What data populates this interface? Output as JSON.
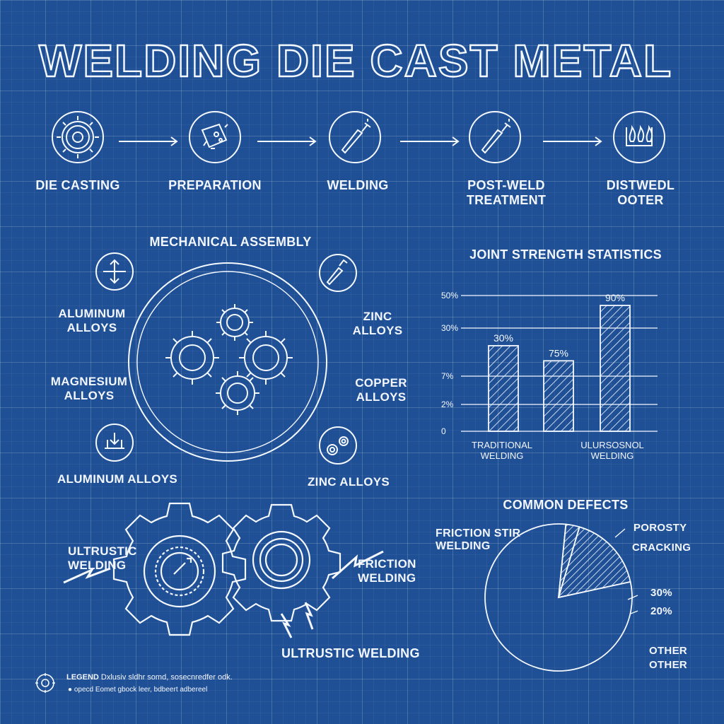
{
  "title": "WELDING DIE CAST METAL",
  "process": {
    "steps": [
      {
        "label": "DIE CASTING",
        "icon": "gear-icon"
      },
      {
        "label": "PREPARATION",
        "icon": "die-plate-icon"
      },
      {
        "label": "WELDING",
        "icon": "welding-torch-icon"
      },
      {
        "label": "POST-WELD TREATMENT",
        "icon": "welding-torch-icon"
      },
      {
        "label": "DISTWEDL OOTER",
        "icon": "flame-icon"
      }
    ]
  },
  "assembly": {
    "title": "MECHANICAL ASSEMBLY",
    "labels": {
      "aluminum_top": "ALUMINUM\nALLOYS",
      "magnesium": "MAGNESIUM\nALLOYS",
      "aluminum_bottom": "ALUMINUM ALLOYS",
      "zinc_top": "ZINC\nALLOYS",
      "copper": "COPPER\nALLOYS",
      "zinc_bottom": "ZINC ALLOYS"
    }
  },
  "gears_section": {
    "ultrustic_left": "ULTRUSTIC\nWELDING",
    "friction": "FRICTION\nWELDING",
    "ultrustic_bottom": "ULTRUSTIC WELDING"
  },
  "legend": {
    "title": "LEGEND",
    "line1": "Dxlusiv sldhr somd, sosecnredfer odk.",
    "line2": "opecd Eomet gbock leer, bdbeert adbereel"
  },
  "chart_data": [
    {
      "type": "bar",
      "title": "JOINT STRENGTH STATISTICS",
      "y_tick_labels": [
        "50%",
        "30%",
        "7%",
        "2%",
        "0"
      ],
      "categories": [
        "TRADITIONAL\nWELDING",
        "",
        "ULURSOSNOL\nWELDING"
      ],
      "values": [
        68,
        56,
        100
      ],
      "data_labels": [
        "30%",
        "75%",
        "90%"
      ],
      "ylim": [
        0,
        100
      ],
      "grid": true
    },
    {
      "type": "pie",
      "title": "COMMON DEFECTS",
      "slices": [
        {
          "label": "POROSTY",
          "value": 3
        },
        {
          "label": "CRACKING",
          "value": 17
        },
        {
          "label": "OTHER",
          "value": 80
        }
      ],
      "annotations": [
        "FRICTION STIR\nWELDING",
        "30%",
        "20%",
        "OTHER"
      ]
    }
  ]
}
